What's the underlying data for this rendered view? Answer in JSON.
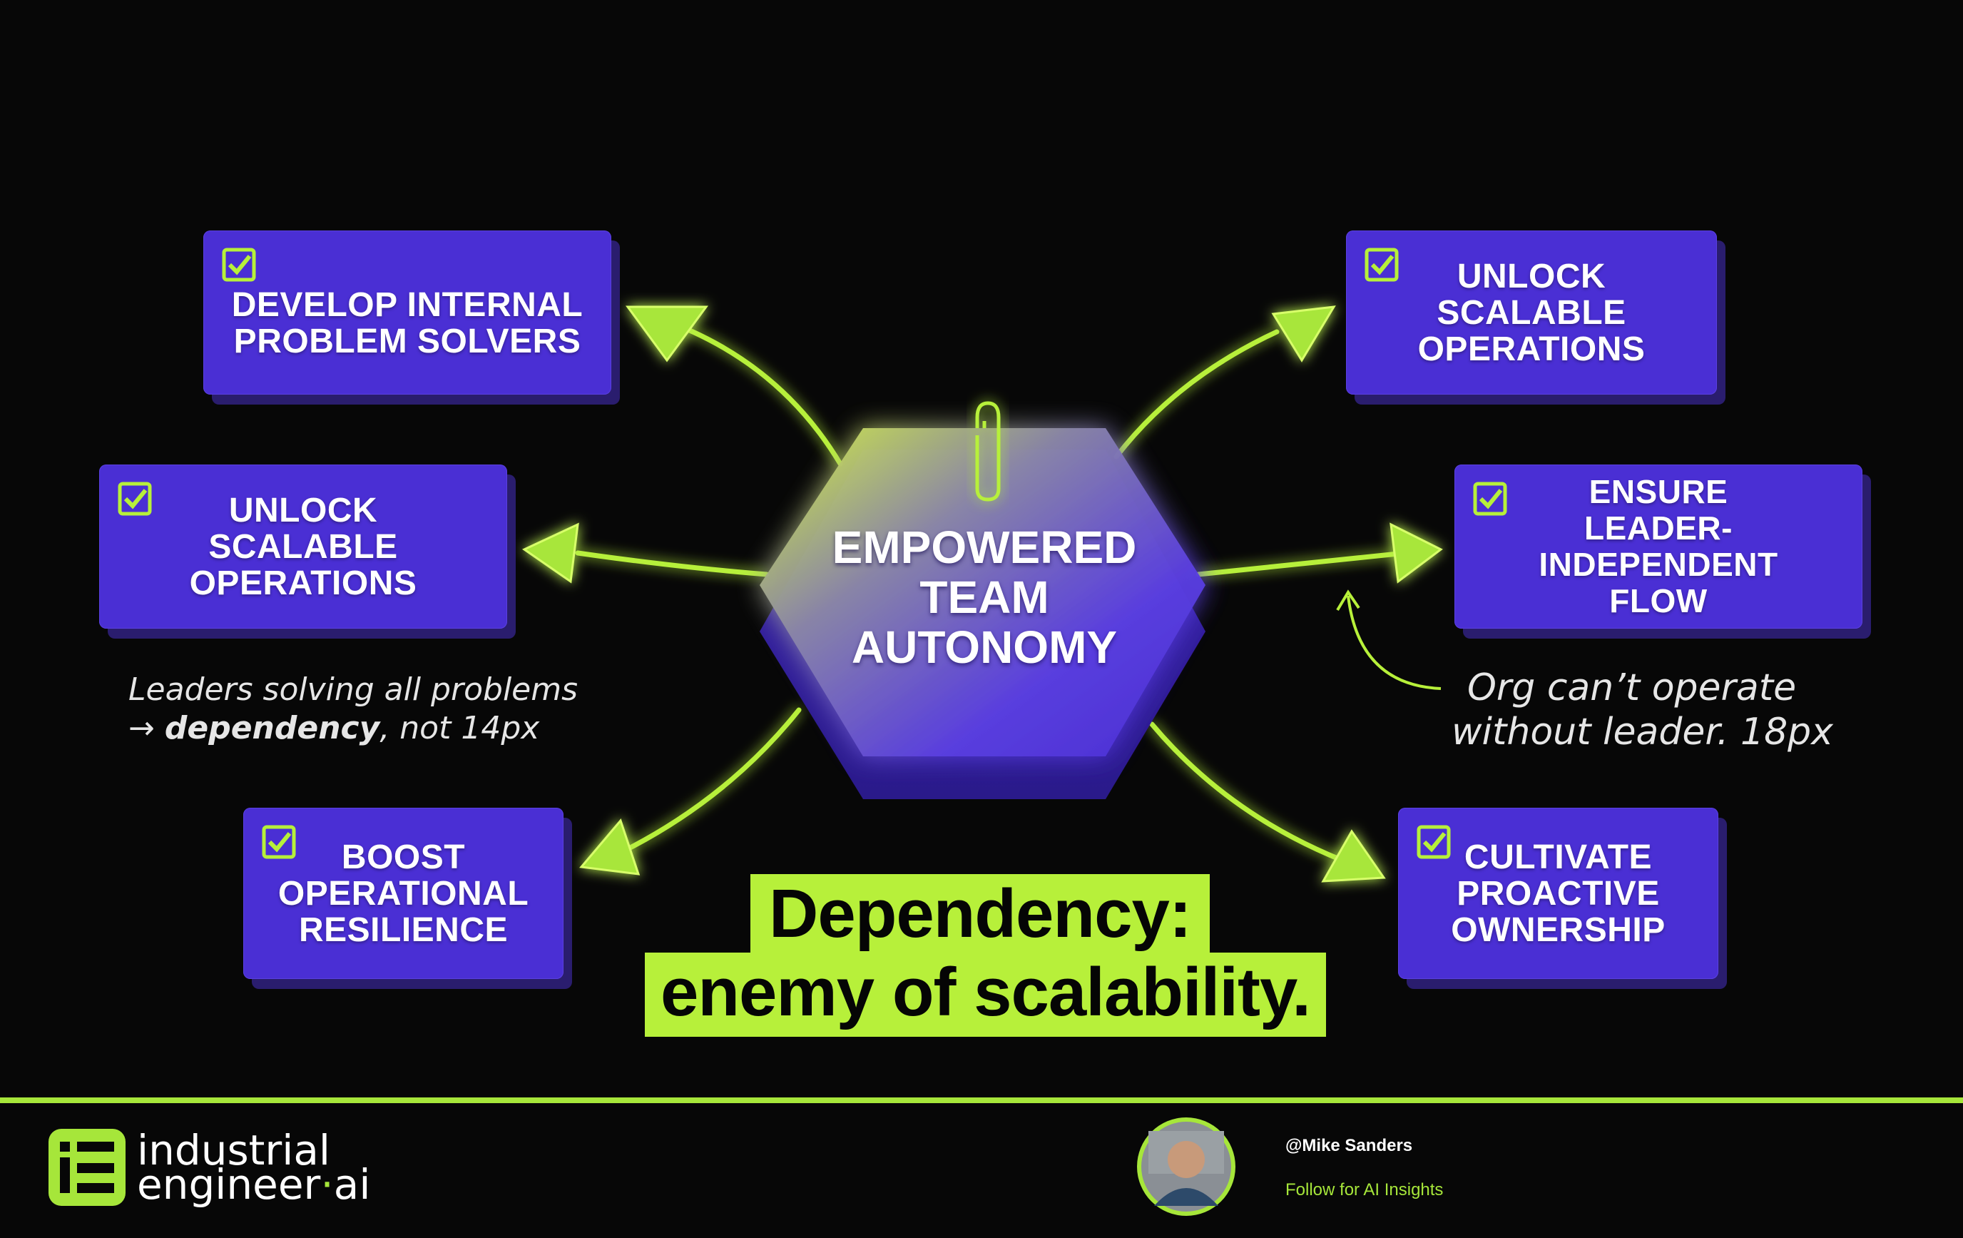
{
  "center": {
    "label": "EMPOWERED\nTEAM\nAUTONOMY"
  },
  "cards": [
    {
      "id": "develop",
      "label": "DEVELOP INTERNAL\nPROBLEM SOLVERS"
    },
    {
      "id": "unlock-left",
      "label": "UNLOCK\nSCALABLE\nOPERATIONS"
    },
    {
      "id": "boost",
      "label": "BOOST\nOPERATIONAL\nRESILIENCE"
    },
    {
      "id": "unlock-right",
      "label": "UNLOCK\nSCALABLE\nOPERATIONS"
    },
    {
      "id": "ensure",
      "label": "ENSURE\nLEADER-INDEPENDENT\nFLOW"
    },
    {
      "id": "cultivate",
      "label": "CULTIVATE\nPROACTIVE\nOWNERSHIP"
    }
  ],
  "notes": {
    "left_line1": "Leaders solving all problems",
    "left_arrow": "→",
    "left_bold": "dependency",
    "left_rest": ", not 14px",
    "right_line1": "Org can’t operate",
    "right_line2": "without leader. 18px"
  },
  "tagline": {
    "line1": "Dependency:",
    "line2": "enemy of scalability."
  },
  "footer": {
    "brand_line1": "industrial",
    "brand_line2": "engineer",
    "brand_dot": "·",
    "brand_suffix": "ai",
    "handle": "@Mike Sanders",
    "follow": "Follow for AI Insights"
  },
  "colors": {
    "background": "#070707",
    "card": "#4a2fd4",
    "card_shadow": "#2a1d6e",
    "accent_green": "#b7f03a",
    "hex_top": "#c8f03c",
    "hex_bottom": "#4a2fd4"
  },
  "icons": [
    "checkbox-icon",
    "arrow-icon",
    "paperclip-icon",
    "curved-arrow-icon",
    "logo-icon",
    "avatar"
  ]
}
